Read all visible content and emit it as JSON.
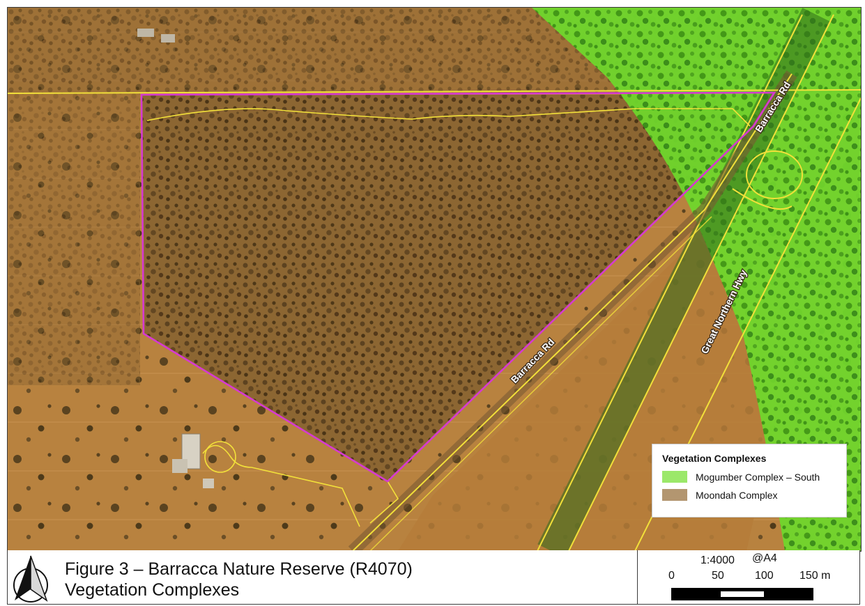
{
  "map": {
    "road_labels": {
      "barracca_north": "Barracca Rd",
      "barracca_south": "Barracca Rd",
      "highway": "Great Northern Hwy"
    },
    "colors": {
      "moondah": "#b07a3c",
      "mogumber": "#6fd62c",
      "boundary": "#d63ad0",
      "roads": "#f2e03a"
    }
  },
  "legend": {
    "title": "Vegetation Complexes",
    "items": [
      {
        "label": "Mogumber Complex – South",
        "color": "#9be86a"
      },
      {
        "label": "Moondah Complex",
        "color": "#b39670"
      }
    ]
  },
  "footer": {
    "title_line1": "Figure 3 – Barracca Nature Reserve (R4070)",
    "title_line2": "Vegetation Complexes",
    "scale_ratio": "1:4000",
    "paper_size": "@A4",
    "scale_ticks": [
      "0",
      "50",
      "100",
      "150 m"
    ]
  }
}
